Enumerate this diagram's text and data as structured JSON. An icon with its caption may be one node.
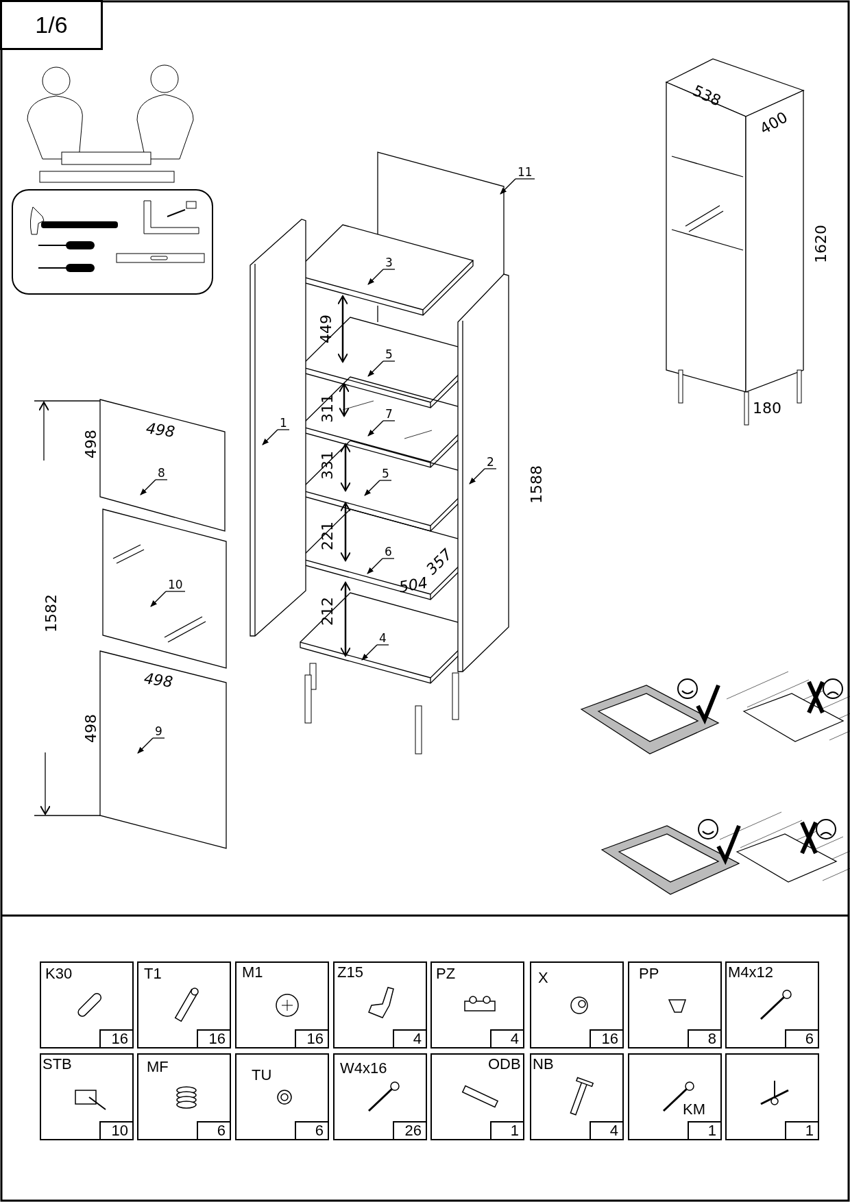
{
  "diagram": {
    "nodes": [
      {
        "text": [
          "1/6"
        ]
      },
      {
        "text": [
          "11"
        ]
      },
      {
        "text": [
          "3"
        ]
      },
      {
        "text": [
          "5"
        ]
      },
      {
        "text": [
          "7"
        ]
      },
      {
        "text": [
          "1"
        ]
      },
      {
        "text": [
          "8"
        ]
      },
      {
        "text": [
          "5"
        ]
      },
      {
        "text": [
          "2"
        ]
      },
      {
        "text": [
          "10"
        ]
      },
      {
        "text": [
          "6"
        ]
      },
      {
        "text": [
          "4"
        ]
      },
      {
        "text": [
          "9"
        ]
      },
      {
        "text": [
          "K30",
          "16"
        ]
      },
      {
        "text": [
          "T1",
          "16"
        ]
      },
      {
        "text": [
          "M1",
          "16"
        ]
      },
      {
        "text": [
          "Z15",
          "4"
        ]
      },
      {
        "text": [
          "PZ",
          "4"
        ]
      },
      {
        "text": [
          "X",
          "16"
        ]
      },
      {
        "text": [
          "PP",
          "8"
        ]
      },
      {
        "text": [
          "M4x12",
          "6"
        ]
      },
      {
        "text": [
          "STB",
          "10"
        ]
      },
      {
        "text": [
          "MF",
          "6"
        ]
      },
      {
        "text": [
          "TU",
          "6"
        ]
      },
      {
        "text": [
          "W4x16",
          "26"
        ]
      },
      {
        "text": [
          "ODB",
          "1"
        ]
      },
      {
        "text": [
          "NB",
          "4"
        ]
      },
      {
        "text": [
          "KM",
          "1"
        ]
      },
      {
        "text": [
          "1"
        ]
      }
    ],
    "edges": [
      {
        "from": 1,
        "to": null,
        "arrow": "to"
      },
      {
        "from": 2,
        "to": null,
        "arrow": "to"
      },
      {
        "from": 3,
        "to": null,
        "arrow": "to"
      },
      {
        "from": 4,
        "to": null,
        "arrow": "to"
      },
      {
        "from": 5,
        "to": null,
        "arrow": "to"
      },
      {
        "from": 6,
        "to": null,
        "arrow": "to"
      },
      {
        "from": 7,
        "to": null,
        "arrow": "to"
      },
      {
        "from": 8,
        "to": null,
        "arrow": "to"
      },
      {
        "from": 9,
        "to": null,
        "arrow": "to"
      },
      {
        "from": 10,
        "to": null,
        "arrow": "to"
      },
      {
        "from": 11,
        "to": null,
        "arrow": "to"
      },
      {
        "from": 12,
        "to": null,
        "arrow": "to"
      }
    ],
    "labels": [
      "538",
      "400",
      "1620",
      "180",
      "449",
      "311",
      "498",
      "498",
      "331",
      "1588",
      "221",
      "357",
      "504",
      "1582",
      "212",
      "498",
      "498"
    ]
  }
}
